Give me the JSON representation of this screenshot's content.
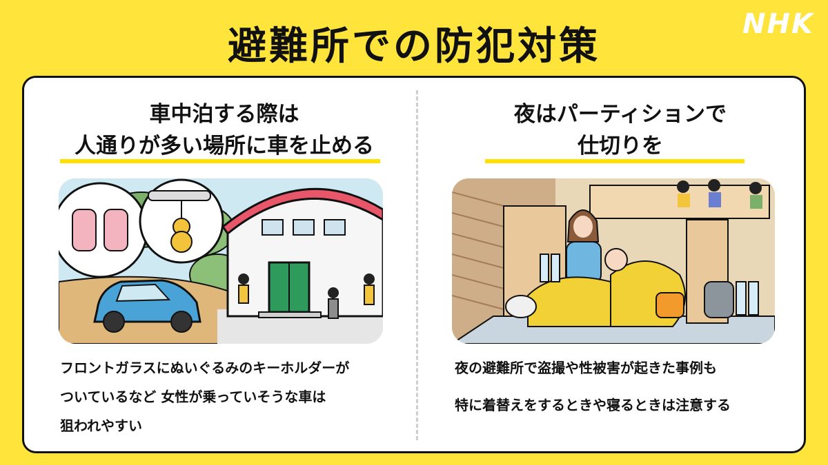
{
  "title": "避難所での防犯対策",
  "logo": "NHK",
  "colors": {
    "background": "#FFE43B",
    "accent": "#FFE000",
    "ink": "#111111"
  },
  "left_panel": {
    "heading": [
      "車中泊する際は",
      "人通りが多い場所に車を止める"
    ],
    "body": [
      "フロントガラスにぬいぐるみのキーホルダーが",
      "ついているなど 女性が乗っていそうな車は",
      "狙われやすい"
    ],
    "illustration_icon": "car-parking-icon"
  },
  "right_panel": {
    "heading": [
      "夜はパーティションで",
      "仕切りを"
    ],
    "body": [
      "夜の避難所で盗撮や性被害が起きた事例も",
      "特に着替えをするときや寝るときは注意する"
    ],
    "illustration_icon": "shelter-partition-icon"
  }
}
